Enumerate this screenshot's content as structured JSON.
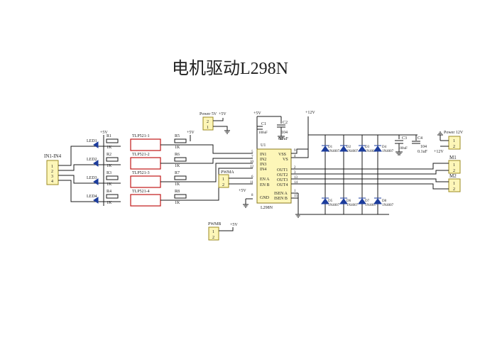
{
  "title": "电机驱动L298N",
  "labels": {
    "power5v": "Power 5V",
    "power12v": "Power 12V",
    "in_connector": "IN1-IN4",
    "pwma": "PWMA",
    "pwmb": "PWMB",
    "m1": "M1",
    "m2": "M2",
    "u1": "U1",
    "l298n": "L298N",
    "c1": "C1",
    "c1_val": "100uF",
    "c2": "C2",
    "c2_val_a": "104",
    "c2_val_b": "0.1uF",
    "c3": "C3",
    "c3_val": "100uF",
    "c4": "C4",
    "c4_val_a": "104",
    "c4_val_b": "0.1uF",
    "plus5v": "+5V",
    "plus12v": "+12V"
  },
  "chip_pins_left": [
    {
      "num": "5",
      "name": "IN1"
    },
    {
      "num": "7",
      "name": "IN2"
    },
    {
      "num": "10",
      "name": "IN3"
    },
    {
      "num": "12",
      "name": "IN4"
    },
    {
      "num": "6",
      "name": "EN A"
    },
    {
      "num": "11",
      "name": "EN B"
    },
    {
      "num": "8",
      "name": "GND"
    }
  ],
  "chip_pins_right": [
    {
      "num": "9",
      "name": "VSS"
    },
    {
      "num": "4",
      "name": "VS"
    },
    {
      "num": "2",
      "name": "OUT1"
    },
    {
      "num": "3",
      "name": "OUT2"
    },
    {
      "num": "13",
      "name": "OUT3"
    },
    {
      "num": "14",
      "name": "OUT4"
    },
    {
      "num": "1",
      "name": "ISEN A"
    },
    {
      "num": "15",
      "name": "ISEN B"
    }
  ],
  "channels": [
    {
      "led": "LED1",
      "r_in": "R1",
      "r_in_val": "1K",
      "opto": "TLP521-1",
      "r_out": "R5",
      "r_out_val": "1K"
    },
    {
      "led": "LED2",
      "r_in": "R2",
      "r_in_val": "1K",
      "opto": "TLP521-2",
      "r_out": "R6",
      "r_out_val": "1K"
    },
    {
      "led": "LED3",
      "r_in": "R3",
      "r_in_val": "1K",
      "opto": "TLP521-3",
      "r_out": "R7",
      "r_out_val": "1K"
    },
    {
      "led": "LED4",
      "r_in": "R4",
      "r_in_val": "1K",
      "opto": "TLP521-4",
      "r_out": "R8",
      "r_out_val": "1K"
    }
  ],
  "diodes_top": [
    {
      "ref": "D1",
      "part": "1N4007"
    },
    {
      "ref": "D2",
      "part": "1N4007"
    },
    {
      "ref": "D3",
      "part": "1N4007"
    },
    {
      "ref": "D4",
      "part": "1N4007"
    }
  ],
  "diodes_bottom": [
    {
      "ref": "D5",
      "part": "1N4007"
    },
    {
      "ref": "D6",
      "part": "1N4007"
    },
    {
      "ref": "D7",
      "part": "1N4007"
    },
    {
      "ref": "D8",
      "part": "1N4007"
    }
  ],
  "in_connector_pins": [
    "1",
    "2",
    "3",
    "4"
  ],
  "two_pin": [
    "1",
    "2"
  ]
}
